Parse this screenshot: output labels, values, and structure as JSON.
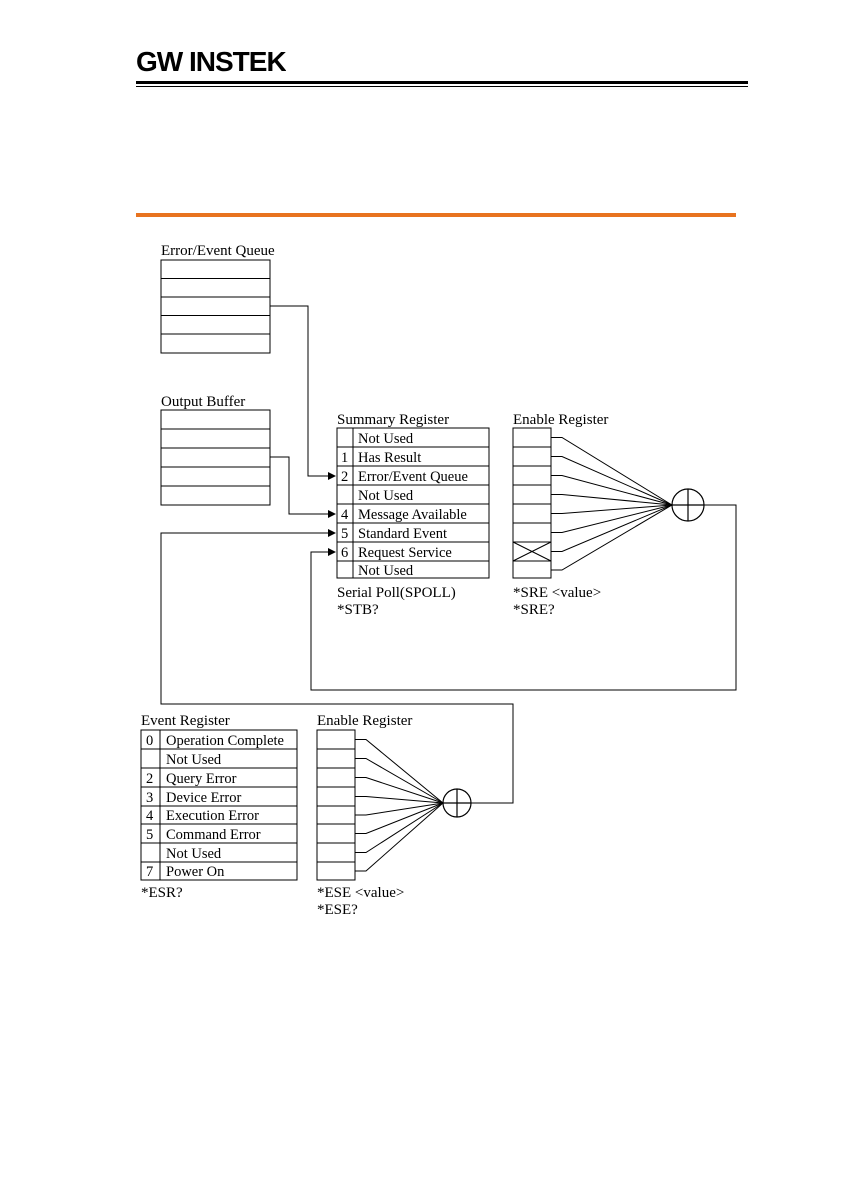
{
  "brand": {
    "logo_text": "GW INSTEK"
  },
  "colors": {
    "accent_rule": "#e8731f",
    "line": "#000000"
  },
  "diagram": {
    "error_queue": {
      "title": "Error/Event Queue"
    },
    "output_buffer": {
      "title": "Output Buffer"
    },
    "summary_register": {
      "title": "Summary Register",
      "rows": [
        {
          "bit": "",
          "label": "Not Used"
        },
        {
          "bit": "1",
          "label": "Has Result"
        },
        {
          "bit": "2",
          "label": "Error/Event Queue"
        },
        {
          "bit": "",
          "label": "Not Used"
        },
        {
          "bit": "4",
          "label": "Message Available"
        },
        {
          "bit": "5",
          "label": "Standard Event"
        },
        {
          "bit": "6",
          "label": "Request Service"
        },
        {
          "bit": "",
          "label": "Not Used"
        }
      ],
      "cmd1": "Serial Poll(SPOLL)",
      "cmd2": "*STB?"
    },
    "sre": {
      "title": "Enable Register",
      "cmd1": "*SRE  <value>",
      "cmd2": "*SRE?"
    },
    "event_register": {
      "title": "Event Register",
      "rows": [
        {
          "bit": "0",
          "label": "Operation Complete"
        },
        {
          "bit": "",
          "label": "Not Used"
        },
        {
          "bit": "2",
          "label": "Query Error"
        },
        {
          "bit": "3",
          "label": "Device Error"
        },
        {
          "bit": "4",
          "label": "Execution Error"
        },
        {
          "bit": "5",
          "label": "Command Error"
        },
        {
          "bit": "",
          "label": "Not Used"
        },
        {
          "bit": "7",
          "label": "Power On"
        }
      ],
      "cmd1": "*ESR?"
    },
    "ese": {
      "title": "Enable Register",
      "cmd1": "*ESE  <value>",
      "cmd2": "*ESE?"
    }
  }
}
